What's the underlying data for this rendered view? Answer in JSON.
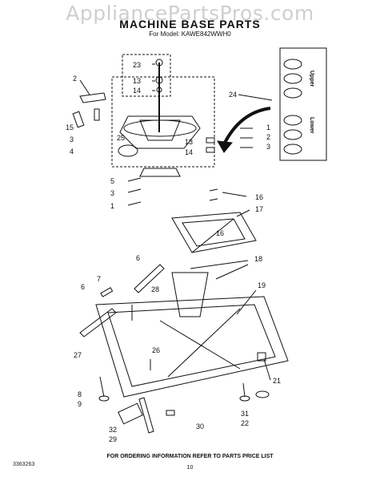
{
  "watermark": "AppliancePartsPros.com",
  "title": "MACHINE BASE PARTS",
  "model": "For Model: KAWE842WWH0",
  "inset_labels": {
    "upper": "Upper",
    "lower": "Lower"
  },
  "footer": {
    "doc_number": "3363263",
    "note": "FOR ORDERING INFORMATION REFER TO PARTS PRICE LIST",
    "page": "10"
  },
  "callouts": [
    "23",
    "13",
    "14",
    "2",
    "15",
    "3",
    "25",
    "4",
    "24",
    "1",
    "2",
    "3",
    "13",
    "14",
    "5",
    "3",
    "1",
    "16",
    "17",
    "16",
    "6",
    "18",
    "7",
    "28",
    "19",
    "6",
    "27",
    "26",
    "21",
    "8",
    "9",
    "31",
    "22",
    "32",
    "29",
    "30"
  ]
}
